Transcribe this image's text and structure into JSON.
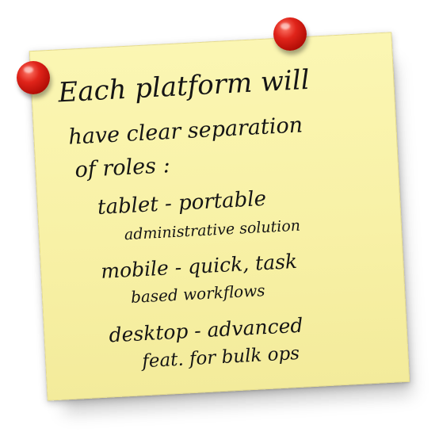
{
  "note": {
    "lines": [
      "Each platform will",
      "have clear separation",
      "of roles :",
      "tablet - portable",
      "administrative solution",
      "mobile - quick, task",
      "based workflows",
      "desktop - advanced",
      "feat. for bulk ops"
    ]
  },
  "colors": {
    "paper": "#f8f1a6",
    "pin": "#d61f14",
    "ink": "#151515"
  }
}
